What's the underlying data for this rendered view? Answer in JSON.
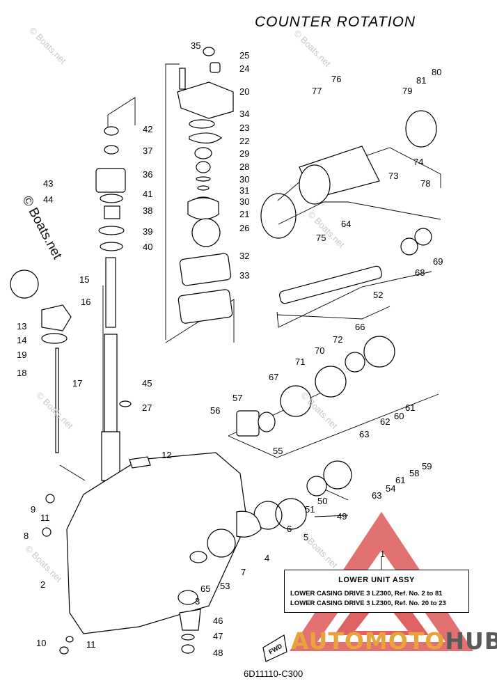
{
  "title": "COUNTER ROTATION",
  "diagram_code": "6D11110-C300",
  "assembly_box": {
    "ref_number": "1",
    "title": "LOWER UNIT ASSY",
    "line1": "LOWER CASING DRIVE 3 LZ300,   Ref. No. 2 to 81",
    "line2": "LOWER CASING DRIVE 3 LZ300,   Ref. No. 20 to 23"
  },
  "brand": {
    "part1": "AUTOMOTO",
    "part2": "HUB",
    "colors": [
      "#e8a33a",
      "#5a5a5a",
      "#d63b3b"
    ]
  },
  "watermark": "© Boats.net",
  "fwd_label": "FWD",
  "part_callouts": [
    "35",
    "25",
    "24",
    "20",
    "34",
    "23",
    "22",
    "29",
    "28",
    "30",
    "31",
    "30",
    "21",
    "26",
    "32",
    "33",
    "42",
    "37",
    "36",
    "41",
    "38",
    "39",
    "40",
    "43",
    "44",
    "15",
    "16",
    "13",
    "14",
    "19",
    "18",
    "17",
    "45",
    "27",
    "76",
    "77",
    "80",
    "81",
    "79",
    "74",
    "73",
    "78",
    "64",
    "75",
    "69",
    "68",
    "52",
    "66",
    "72",
    "70",
    "71",
    "67",
    "57",
    "56",
    "55",
    "61",
    "60",
    "62",
    "59",
    "58",
    "61",
    "63",
    "54",
    "63",
    "50",
    "51",
    "49",
    "12",
    "9",
    "11",
    "8",
    "2",
    "6",
    "5",
    "4",
    "7",
    "53",
    "65",
    "3",
    "46",
    "47",
    "10",
    "11",
    "48",
    "1"
  ]
}
